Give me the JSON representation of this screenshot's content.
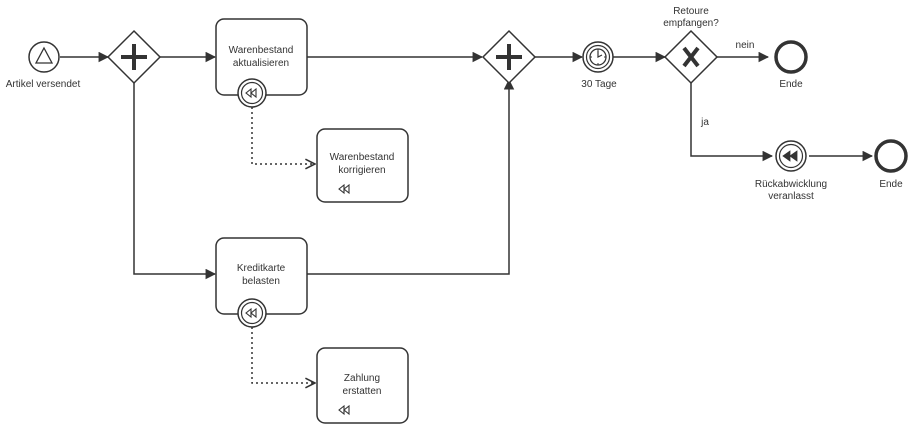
{
  "start_event": {
    "label": "Artikel versendet",
    "icon": "triangle-signal-icon"
  },
  "tasks": {
    "warenbestand": {
      "line1": "Warenbestand",
      "line2": "aktualisieren"
    },
    "kreditkarte": {
      "line1": "Kreditkarte",
      "line2": "belasten"
    },
    "comp_warenbestand": {
      "line1": "Warenbestand",
      "line2": "korrigieren"
    },
    "comp_zahlung": {
      "line1": "Zahlung",
      "line2": "erstatten"
    }
  },
  "timer_event": {
    "label": "30 Tage",
    "icon": "clock-icon"
  },
  "xor_gateway": {
    "line1": "Retoure",
    "line2": "empfangen?"
  },
  "flows": {
    "no_label": "nein",
    "yes_label": "ja"
  },
  "end_events": {
    "top": "Ende",
    "bottom": "Ende"
  },
  "compensation_throw": {
    "line1": "Rückabwicklung",
    "line2": "veranlasst",
    "icon": "compensation-filled-icon"
  },
  "colors": {
    "stroke": "#333333",
    "fill": "#ffffff",
    "text": "#333333"
  }
}
